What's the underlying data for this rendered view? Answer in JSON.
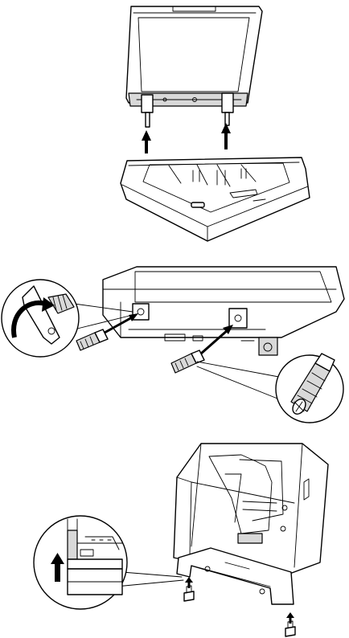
{
  "panels": [
    {
      "id": "remove-cover",
      "step": 1
    },
    {
      "id": "attach-connectors",
      "step": 2
    },
    {
      "id": "attach-adf",
      "step": 3
    }
  ],
  "colors": {
    "ink": "#000000",
    "paper": "#ffffff",
    "shade": "#d9d9d9"
  },
  "icons": [
    "up-arrow-icon",
    "rotate-arrow-icon",
    "insert-arrow-icon",
    "magnifier-callout"
  ]
}
